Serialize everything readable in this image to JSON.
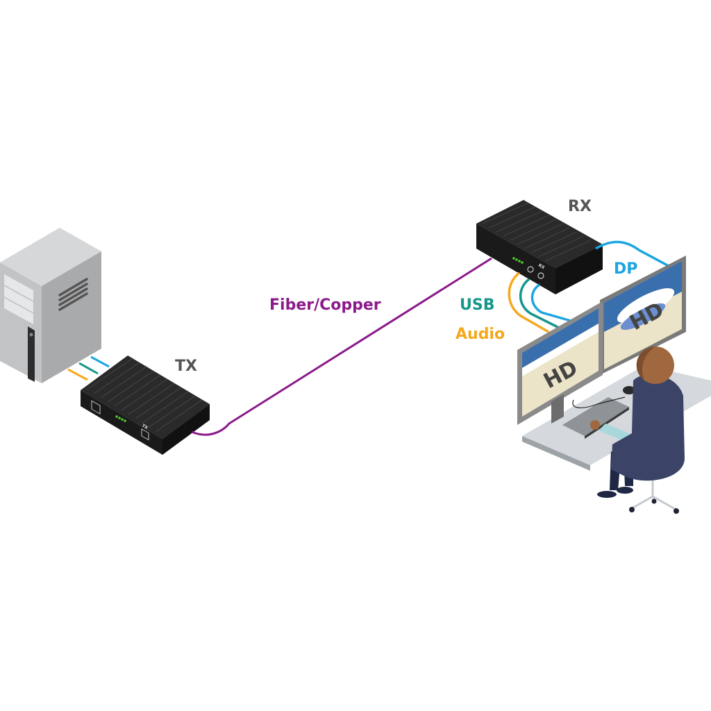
{
  "diagram": {
    "title": "KVM extender connection diagram",
    "nodes": {
      "computer": {
        "label": ""
      },
      "transmitter": {
        "label": "TX",
        "badge": "TX"
      },
      "receiver": {
        "label": "RX",
        "badge": "RX"
      },
      "monitor_left": {
        "screen_text": "HD"
      },
      "monitor_right": {
        "screen_text": "HD"
      },
      "user": {
        "label": ""
      }
    },
    "links": {
      "main": {
        "label": "Fiber/Copper",
        "color": "#8b1a8b"
      },
      "dp": {
        "label": "DP",
        "color": "#1aa5e0"
      },
      "usb": {
        "label": "USB",
        "color": "#16968a"
      },
      "audio": {
        "label": "Audio",
        "color": "#f5a81c"
      }
    },
    "colors": {
      "label_gray": "#555555",
      "device_black": "#1c1c1c",
      "led_green": "#55cc33"
    }
  }
}
